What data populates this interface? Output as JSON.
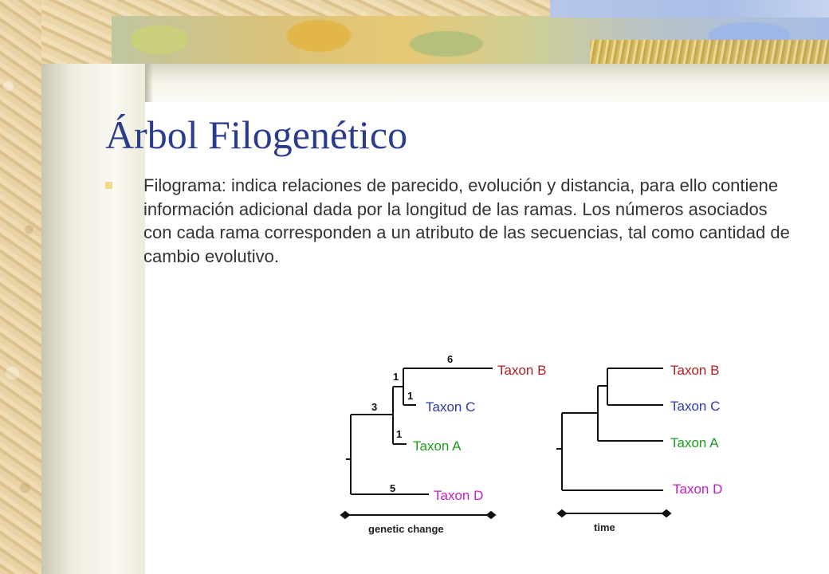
{
  "slide": {
    "title": "Árbol Filogenético",
    "bullet": "Filograma: indica relaciones de parecido, evolución y distancia, para ello contiene información adicional dada por la longitud de las ramas. Los números asociados con cada rama corresponden a un atributo de las secuencias, tal como cantidad de cambio evolutivo."
  },
  "colors": {
    "title": "#2b3c8f",
    "text": "#333333",
    "taxon_b": "#b02020",
    "taxon_c": "#2c3aa6",
    "taxon_a": "#1e9a1e",
    "taxon_d": "#c21ec2"
  },
  "figure": {
    "phylogram": {
      "branch_numbers": [
        "6",
        "1",
        "1",
        "3",
        "1",
        "5"
      ],
      "taxa": [
        "Taxon B",
        "Taxon C",
        "Taxon A",
        "Taxon D"
      ],
      "axis_label": "genetic change"
    },
    "cladogram": {
      "taxa": [
        "Taxon B",
        "Taxon C",
        "Taxon A",
        "Taxon D"
      ],
      "axis_label": "time"
    }
  }
}
